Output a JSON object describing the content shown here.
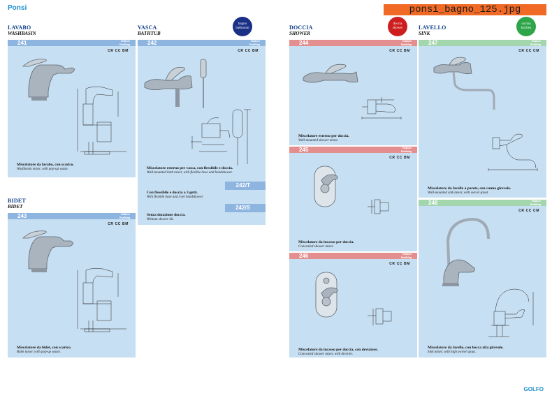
{
  "header": {
    "brand": "Ponsi",
    "filename": "ponsi_bagno_125.jpg"
  },
  "footer": {
    "brand": "GOLFO"
  },
  "sections": {
    "lavabo": {
      "it": "LAVABO",
      "en": "WASHBASIN"
    },
    "vasca": {
      "it": "VASCA",
      "en": "BATHTUB"
    },
    "doccia": {
      "it": "DOCCIA",
      "en": "SHOWER"
    },
    "lavello": {
      "it": "LAVELLO",
      "en": "SINK"
    },
    "bidet": {
      "it": "BIDET",
      "en": "BIDET"
    }
  },
  "badges": {
    "bath": [
      "bagno",
      "bathroom"
    ],
    "shower": [
      "doccia",
      "shower"
    ],
    "kitchen": [
      "cucina",
      "kitchen"
    ]
  },
  "tag": [
    "finiture",
    "finishing"
  ],
  "colors": {
    "blue_bar": "#8eb5e0",
    "red_bar": "#e48f8f",
    "green_bar": "#a4d6ae",
    "card_bg": "#c7dff2",
    "brand": "#1e8fd0",
    "filename_bg": "#f06a25"
  },
  "products": {
    "p241": {
      "code": "241",
      "finishes": "CR CC BM",
      "desc_it": "Miscelatore da lavabo, con scarico.",
      "desc_en": "Washbasin mixer, with pop-up waste."
    },
    "p243": {
      "code": "243",
      "finishes": "CR CC BM",
      "desc_it": "Miscelatore da bidet, con scarico.",
      "desc_en": "Bidet mixer, with pop-up waste."
    },
    "p242": {
      "code": "242",
      "finishes": "CR CC BM",
      "desc_it": "Miscelatore esterno per vasca, con flessibile e doccia.",
      "desc_en": "Wall-mounted bath mixer, with flexible hose and handshower."
    },
    "p242t": {
      "code": "242/T",
      "desc_it": "Con flessibile e doccia a 3 getti.",
      "desc_en": "With flexible hose and 3-jet handshower."
    },
    "p242s": {
      "code": "242/S",
      "desc_it": "Senza dotazione doccia.",
      "desc_en": "Without shower kit."
    },
    "p244": {
      "code": "244",
      "finishes": "CR CC BM",
      "desc_it": "Miscelatore esterno per doccia.",
      "desc_en": "Wall-mounted shower mixer."
    },
    "p245": {
      "code": "245",
      "finishes": "CR CC BM",
      "desc_it": "Miscelatore da incasso per doccia.",
      "desc_en": "Concealed shower mixer."
    },
    "p246": {
      "code": "246",
      "finishes": "CR CC BM",
      "desc_it": "Miscelatore da incasso per doccia, con deviatore.",
      "desc_en": "Concealed shower mixer, with diverter."
    },
    "p247": {
      "code": "247",
      "finishes": "CR CC CM",
      "desc_it": "Miscelatore da lavello a parete, con canna girevole.",
      "desc_en": "Wall-mounted sink mixer, with swivel spout."
    },
    "p248": {
      "code": "248",
      "finishes": "CR CC CM",
      "desc_it": "Miscelatore da lavello, con bocca alta girevole.",
      "desc_en": "Sink mixer, with high swivel spout."
    }
  }
}
